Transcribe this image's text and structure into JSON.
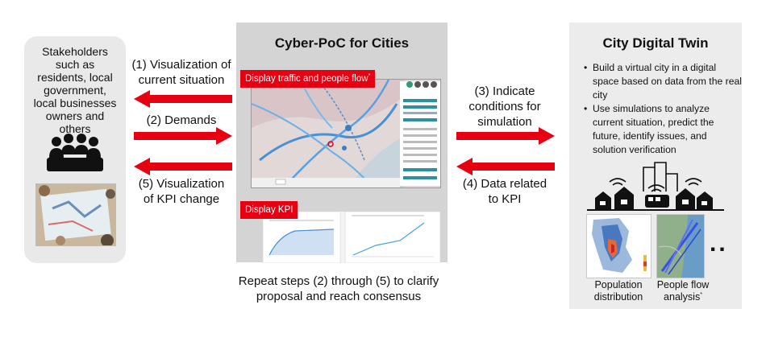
{
  "stakeholders": {
    "lines": [
      "Stakeholders",
      "such as",
      "residents, local",
      "government,",
      "local businesses",
      "owners and",
      "others"
    ],
    "icons": {
      "people": "people-group-icon",
      "photo": "workshop-photo"
    }
  },
  "steps": {
    "step1": [
      "(1) Visualization of",
      "current situation"
    ],
    "step2": [
      "(2) Demands"
    ],
    "step3": [
      "(3) Indicate",
      "conditions for",
      "simulation"
    ],
    "step4": [
      "(4) Data related",
      "to KPI"
    ],
    "step5": [
      "(5) Visualization",
      "of KPI change"
    ]
  },
  "center": {
    "title": "Cyber-PoC for Cities",
    "traffic_label": "Display traffic and people flow",
    "traffic_mark": "*",
    "kpi_label": "Display KPI",
    "caption": [
      "Repeat steps (2) through (5) to clarify",
      "proposal and reach consensus"
    ]
  },
  "twin": {
    "title": "City Digital Twin",
    "bullets": [
      "Build a virtual city in a digital space based on data from the real city",
      "Use simulations to analyze current situation, predict the future, identify issues, and solution verification"
    ],
    "caption_left": [
      "Population",
      "distribution"
    ],
    "caption_right": [
      "People flow",
      "analysis"
    ],
    "caption_right_mark": "*",
    "more": "..",
    "icons": [
      "city-skyline-icon",
      "house-icon",
      "bus-icon",
      "wifi-signal-icon"
    ]
  },
  "colors": {
    "arrow": "#e60012",
    "panel": "#e9e9e9",
    "center_panel": "#d4d4d4",
    "label_bg": "#e60012"
  }
}
